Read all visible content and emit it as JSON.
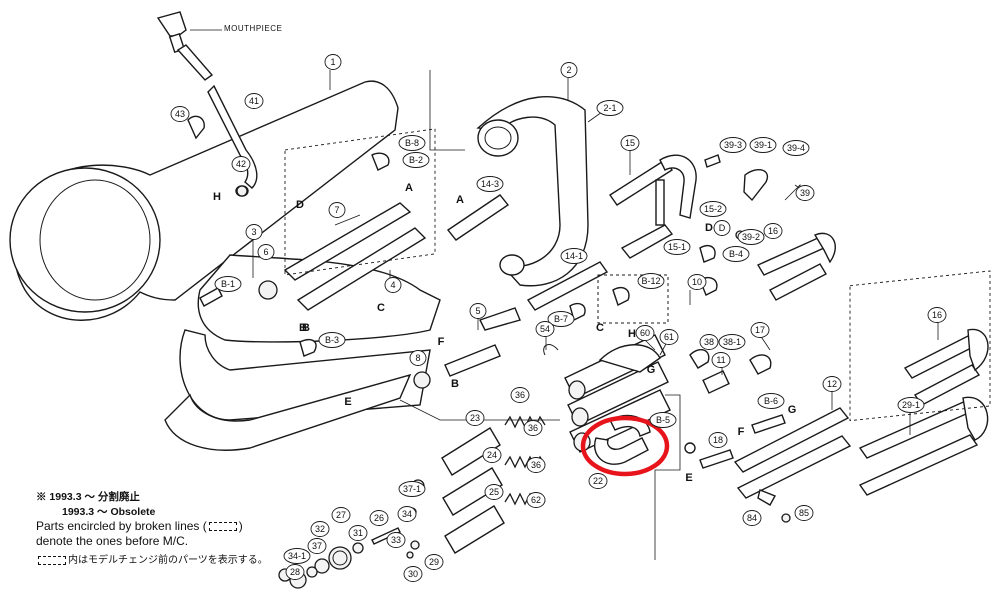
{
  "mouthpiece_label": "MOUTHPIECE",
  "callouts": [
    "1",
    "2",
    "2-1",
    "15",
    "39-3",
    "39-1",
    "39-4",
    "39",
    "B-8",
    "B-2",
    "43",
    "41",
    "42",
    "14-3",
    "15-2",
    "39-2",
    "15-1",
    "D",
    "B-4",
    "16",
    "3",
    "6",
    "7",
    "4",
    "B-1",
    "14-1",
    "B-12",
    "10",
    "B-7",
    "5",
    "54",
    "60",
    "61",
    "38",
    "38-1",
    "17",
    "B-3",
    "8",
    "11",
    "12",
    "16",
    "36",
    "23",
    "36",
    "24",
    "36",
    "25",
    "62",
    "B-5",
    "B-6",
    "18",
    "29-1",
    "37-1",
    "32",
    "27",
    "26",
    "34",
    "37",
    "31",
    "33",
    "34-1",
    "28",
    "30",
    "29",
    "22",
    "84",
    "85"
  ],
  "letters": [
    "H",
    "D",
    "A",
    "A",
    "B",
    "C",
    "F",
    "B",
    "E",
    "C",
    "H",
    "G",
    "D",
    "F",
    "G",
    "E",
    "B"
  ],
  "notes": {
    "line1": "※ 1993.3 ～ 分割廃止",
    "line2": "1993.3 ～ Obsolete",
    "line3a": "Parts encircled by broken lines (",
    "line3b": ")",
    "line4": "denote the ones before M/C.",
    "line5": "内はモデルチェンジ前のパーツを表示する。"
  },
  "highlight_color": "#e8141c",
  "highlighted_part": "22"
}
